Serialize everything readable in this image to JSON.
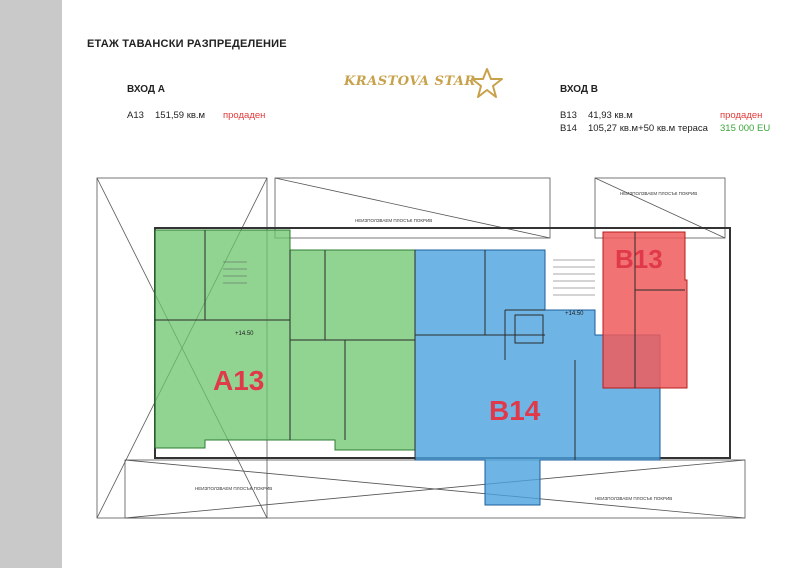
{
  "page": {
    "title": "ЕТАЖ ТАВАНСКИ РАЗПРЕДЕЛЕНИЕ"
  },
  "logo": {
    "text": "KRASTOVA STAR",
    "icon": "star-outline-icon",
    "color": "#c8a24a"
  },
  "entrance_a": {
    "heading": "ВХОД А",
    "units": [
      {
        "id": "A13",
        "area": "151,59 кв.м",
        "status": "продаден",
        "price": ""
      }
    ]
  },
  "entrance_b": {
    "heading": "ВХОД В",
    "units": [
      {
        "id": "B13",
        "area": "41,93  кв.м",
        "status": "продаден",
        "price": ""
      },
      {
        "id": "B14",
        "area": "105,27 кв.м+50 кв.м  тераса",
        "status": "",
        "price": "315 000 EU"
      }
    ]
  },
  "plan": {
    "zones": [
      {
        "label": "A13",
        "color": "#6cc46c"
      },
      {
        "label": "B14",
        "color": "#4aa3e0"
      },
      {
        "label": "B13",
        "color": "#f05a5a"
      }
    ],
    "label_color": "#e0394a",
    "roof_note": "НЕИЗПОЛЗВАЕМ ПЛОСЪК ПОКРИВ",
    "elevation": "+14.50"
  },
  "colors": {
    "sold": "#e23a3a",
    "price": "#3aa63a",
    "side_strip": "#c9c9c9"
  }
}
